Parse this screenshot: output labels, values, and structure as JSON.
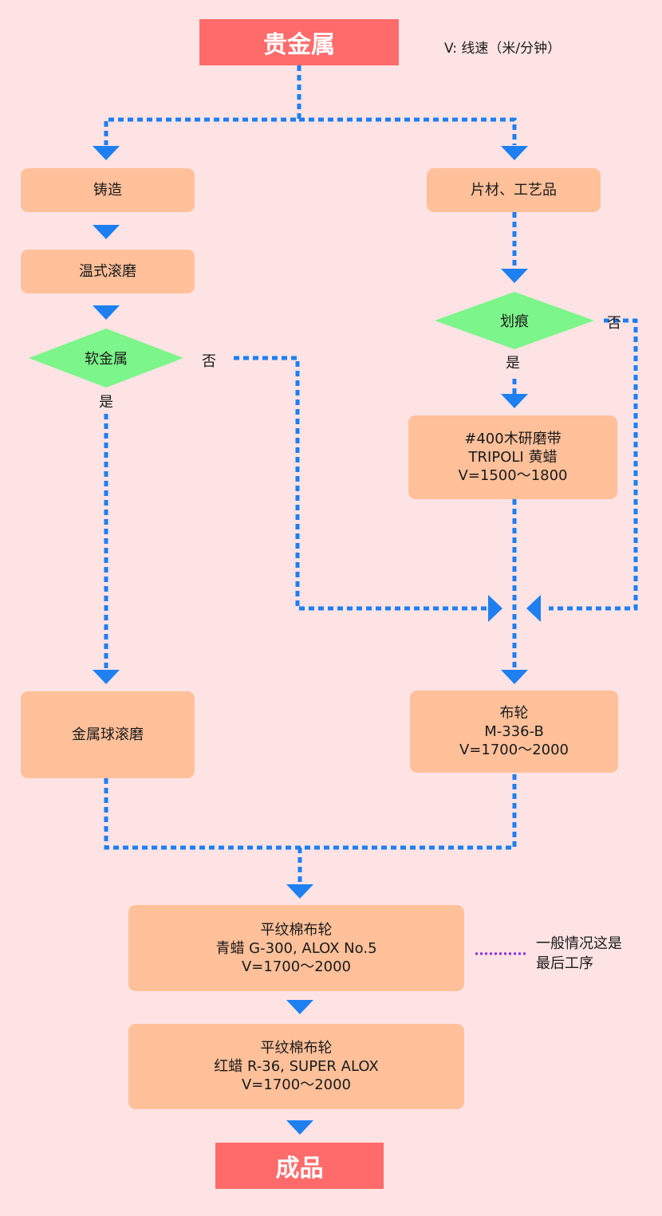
{
  "title": "贵金属",
  "legend": "V: 线速（米/分钟）",
  "end": "成品",
  "left": {
    "casting": "铸造",
    "tumbling": "温式滚磨",
    "decision": "软金属",
    "yes": "是",
    "no": "否",
    "ball": "金属球滚磨"
  },
  "right": {
    "sheet": "片材、工艺品",
    "decision": "划痕",
    "yes": "是",
    "no": "否",
    "belt": [
      "#400木研磨带",
      "TRIPOLI 黄蜡",
      "V=1500～1800"
    ],
    "wheel": [
      "布轮",
      "M-336-B",
      "V=1700～2000"
    ]
  },
  "final1": [
    "平纹棉布轮",
    "青蜡 G-300, ALOX No.5",
    "V=1700～2000"
  ],
  "note": [
    "一般情况这是",
    "最后工序"
  ],
  "final2": [
    "平纹棉布轮",
    "红蜡 R-36, SUPER ALOX",
    "V=1700～2000"
  ],
  "colors": {
    "title": "#ff6b6b",
    "box": "#ffc09a",
    "diamond": "#7cf58a",
    "line": "#1e7ff0",
    "note_line": "#8a2be2",
    "background": "#fde3e4"
  }
}
